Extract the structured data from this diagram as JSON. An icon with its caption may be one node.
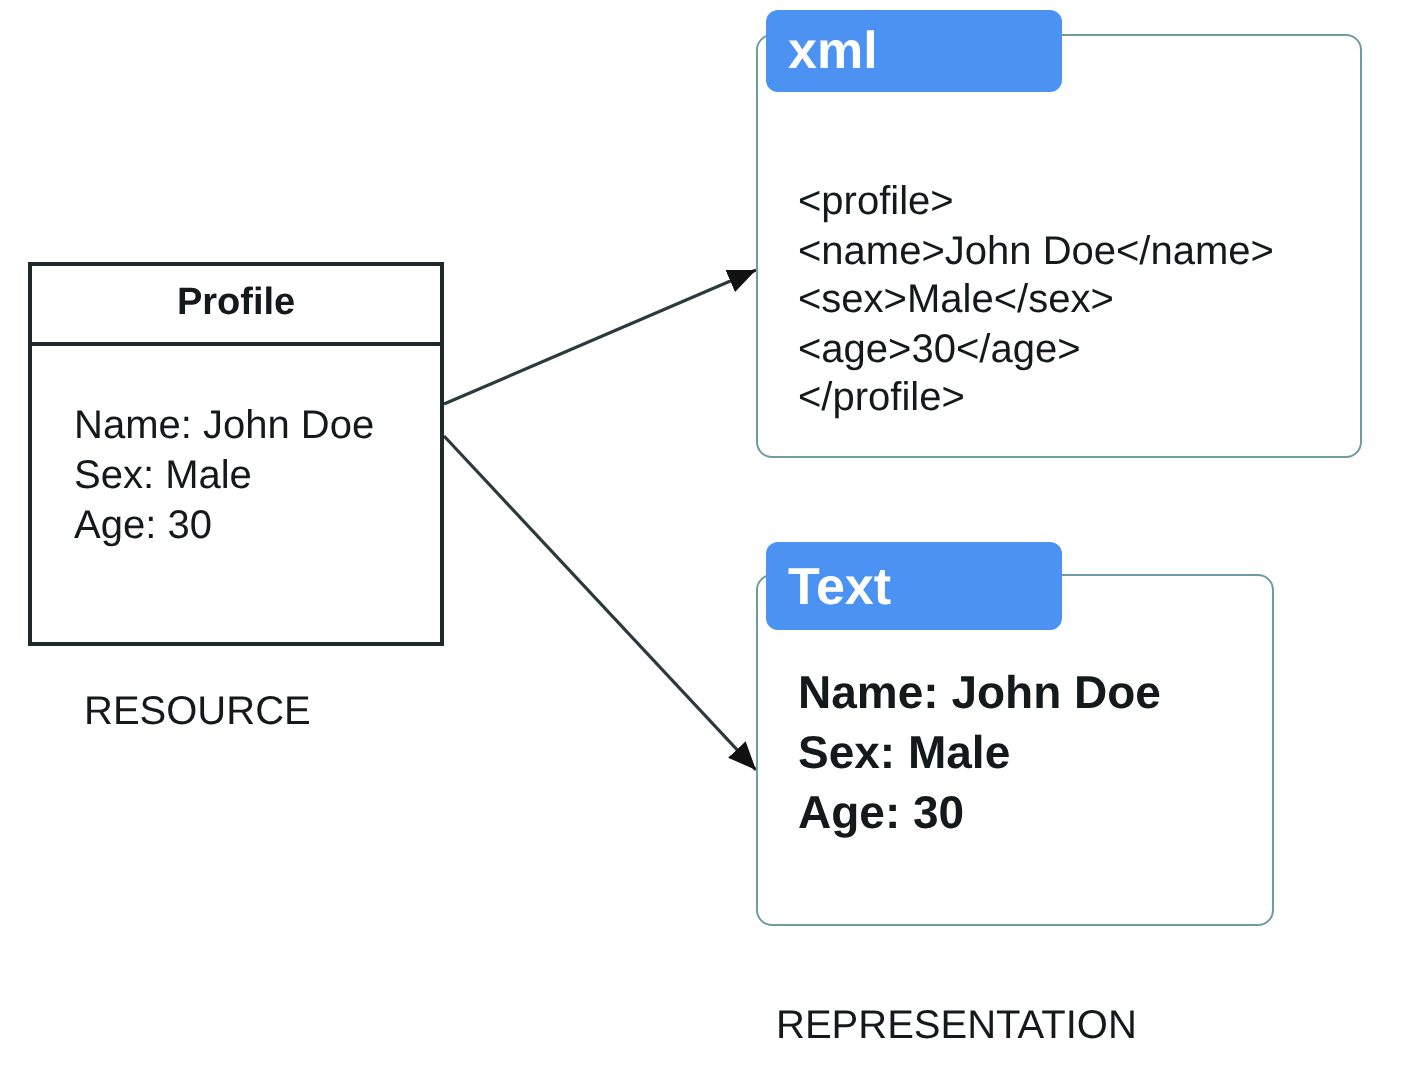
{
  "diagram": {
    "nodes": [
      {
        "text": [
          "Profile",
          "Name: John Doe",
          "Sex: Male",
          "Age: 30"
        ],
        "beside": [
          "RESOURCE"
        ]
      },
      {
        "text": [
          "xml",
          "<profile>",
          "<name>John Doe</name>",
          "<sex>Male</sex>",
          "<age>30</age>",
          "</profile>"
        ]
      },
      {
        "text": [
          "Text",
          "Name: John Doe",
          "Sex: Male",
          "Age: 30"
        ]
      }
    ],
    "edges": [
      {
        "from": 0,
        "to": 1,
        "arrow": "to"
      },
      {
        "from": 0,
        "to": 2,
        "arrow": "to"
      }
    ],
    "labels": [
      "REPRESENTATION"
    ]
  }
}
